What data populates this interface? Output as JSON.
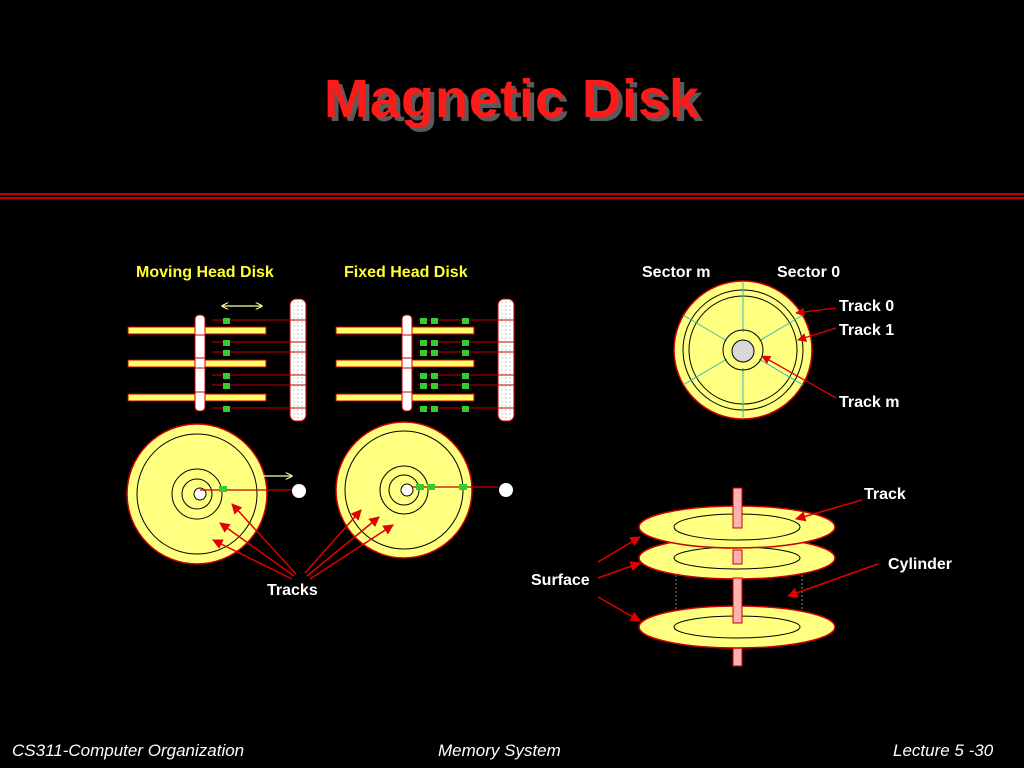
{
  "title": "Magnetic Disk",
  "labels": {
    "moving_head": "Moving Head Disk",
    "fixed_head": "Fixed Head Disk",
    "tracks": "Tracks",
    "sector_m": "Sector m",
    "sector_0": "Sector 0",
    "track_0": "Track 0",
    "track_1": "Track 1",
    "track_m": "Track m",
    "track": "Track",
    "cylinder": "Cylinder",
    "surface": "Surface"
  },
  "footer": {
    "course": "CS311-Computer Organization",
    "topic": "Memory System",
    "lecture": "Lecture 5 -30"
  },
  "colors": {
    "title": "#ff1a1a",
    "label_yellow": "#ffff33",
    "disk_fill": "#ffff80",
    "arrow": "#e00000",
    "head": "#33cc33"
  }
}
